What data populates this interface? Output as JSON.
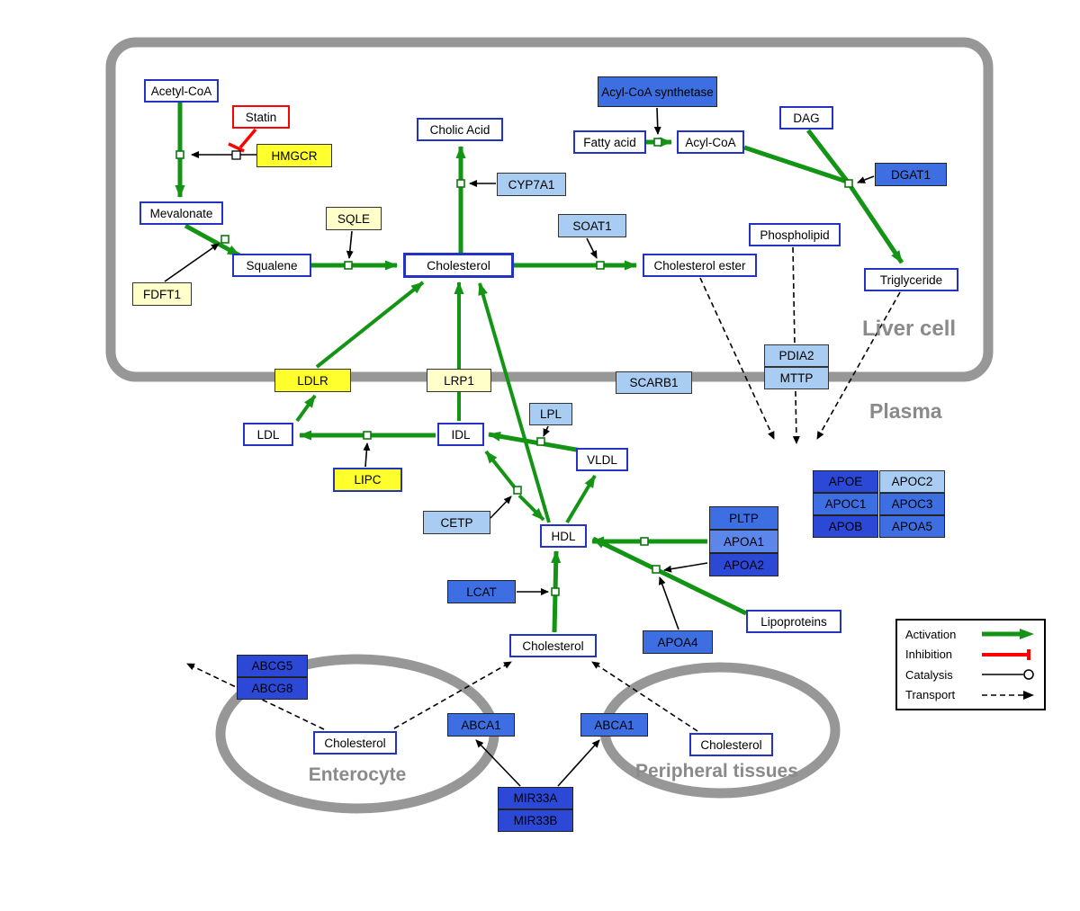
{
  "regions": {
    "liver_cell": "Liver cell",
    "plasma": "Plasma",
    "enterocyte": "Enterocyte",
    "peripheral_tissues": "Peripheral tissues"
  },
  "legend": {
    "items": [
      {
        "label": "Activation"
      },
      {
        "label": "Inhibition"
      },
      {
        "label": "Catalysis"
      },
      {
        "label": "Transport"
      }
    ]
  },
  "colors": {
    "activation": "#149414",
    "inhibition": "#ff0000",
    "membrane": "#979797",
    "metabolite_border": "#2333c4",
    "enzyme_yellow": "#ffff2e",
    "enzyme_pale_yellow": "#ffffc9",
    "gene_light_blue": "#a9cdf2",
    "gene_medium_blue": "#3d6fe3",
    "gene_dark_blue": "#2b49d6"
  },
  "nodes": {
    "acetyl_coa": {
      "label": "Acetyl-CoA"
    },
    "statin": {
      "label": "Statin"
    },
    "hmgcr": {
      "label": "HMGCR"
    },
    "mevalonate": {
      "label": "Mevalonate"
    },
    "sqle": {
      "label": "SQLE"
    },
    "fdft1": {
      "label": "FDFT1"
    },
    "squalene": {
      "label": "Squalene"
    },
    "cholesterol_liver": {
      "label": "Cholesterol"
    },
    "cholic_acid": {
      "label": "Cholic Acid"
    },
    "cyp7a1": {
      "label": "CYP7A1"
    },
    "soat1": {
      "label": "SOAT1"
    },
    "cholesterol_ester": {
      "label": "Cholesterol ester"
    },
    "acyl_coa_synthetase": {
      "label": "Acyl-CoA synthetase"
    },
    "fatty_acid": {
      "label": "Fatty acid"
    },
    "acyl_coa": {
      "label": "Acyl-CoA"
    },
    "dag": {
      "label": "DAG"
    },
    "dgat1": {
      "label": "DGAT1"
    },
    "phospholipid": {
      "label": "Phospholipid"
    },
    "triglyceride": {
      "label": "Triglyceride"
    },
    "ldlr": {
      "label": "LDLR"
    },
    "lrp1": {
      "label": "LRP1"
    },
    "scarb1": {
      "label": "SCARB1"
    },
    "pdia2": {
      "label": "PDIA2"
    },
    "mttp": {
      "label": "MTTP"
    },
    "ldl": {
      "label": "LDL"
    },
    "idl": {
      "label": "IDL"
    },
    "lpl": {
      "label": "LPL"
    },
    "vldl": {
      "label": "VLDL"
    },
    "lipc": {
      "label": "LIPC"
    },
    "cetp": {
      "label": "CETP"
    },
    "hdl": {
      "label": "HDL"
    },
    "lcat": {
      "label": "LCAT"
    },
    "pltp": {
      "label": "PLTP"
    },
    "apoa1": {
      "label": "APOA1"
    },
    "apoa2": {
      "label": "APOA2"
    },
    "apoa4": {
      "label": "APOA4"
    },
    "lipoproteins": {
      "label": "Lipoproteins"
    },
    "apoe": {
      "label": "APOE"
    },
    "apoc2": {
      "label": "APOC2"
    },
    "apoc1": {
      "label": "APOC1"
    },
    "apoc3": {
      "label": "APOC3"
    },
    "apob": {
      "label": "APOB"
    },
    "apoa5": {
      "label": "APOA5"
    },
    "cholesterol_plasma": {
      "label": "Cholesterol"
    },
    "abcg5": {
      "label": "ABCG5"
    },
    "abcg8": {
      "label": "ABCG8"
    },
    "cholesterol_enterocyte": {
      "label": "Cholesterol"
    },
    "abca1_enterocyte": {
      "label": "ABCA1"
    },
    "abca1_peripheral": {
      "label": "ABCA1"
    },
    "cholesterol_peripheral": {
      "label": "Cholesterol"
    },
    "mir33a": {
      "label": "MIR33A"
    },
    "mir33b": {
      "label": "MIR33B"
    }
  }
}
